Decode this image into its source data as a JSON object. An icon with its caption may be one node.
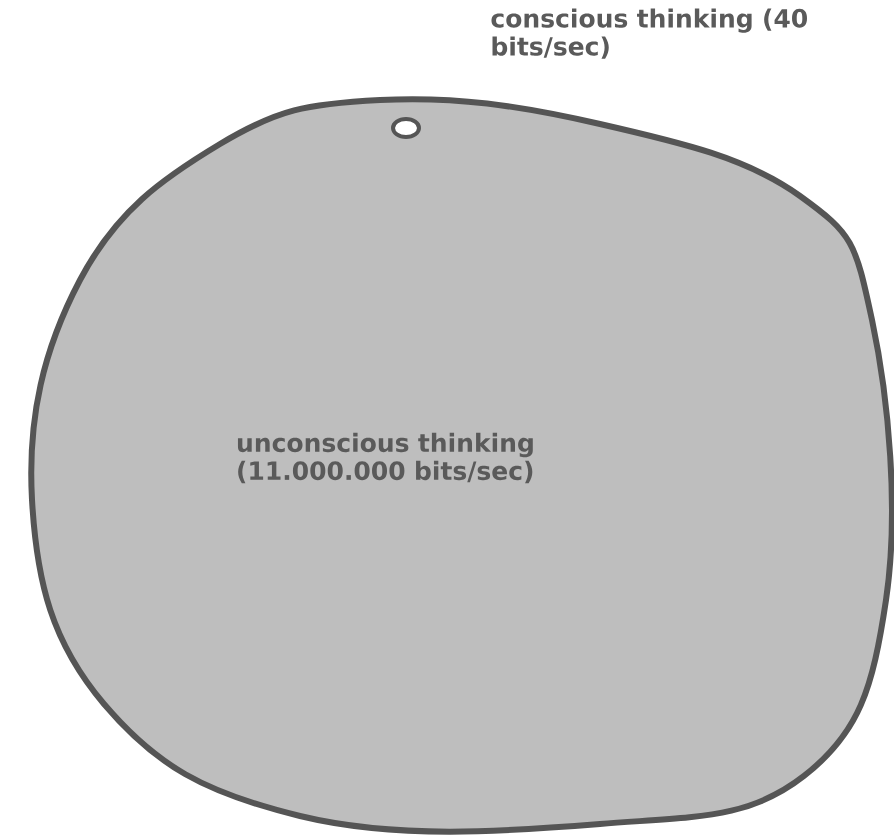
{
  "diagram": {
    "nodes": [
      {
        "text": [
          "unconscious thinking (11.000.000 bits/sec)"
        ]
      },
      {
        "text": [],
        "shape": "circle",
        "in": 0,
        "beside": [
          "conscious thinking (40 bits/sec)"
        ]
      }
    ]
  }
}
